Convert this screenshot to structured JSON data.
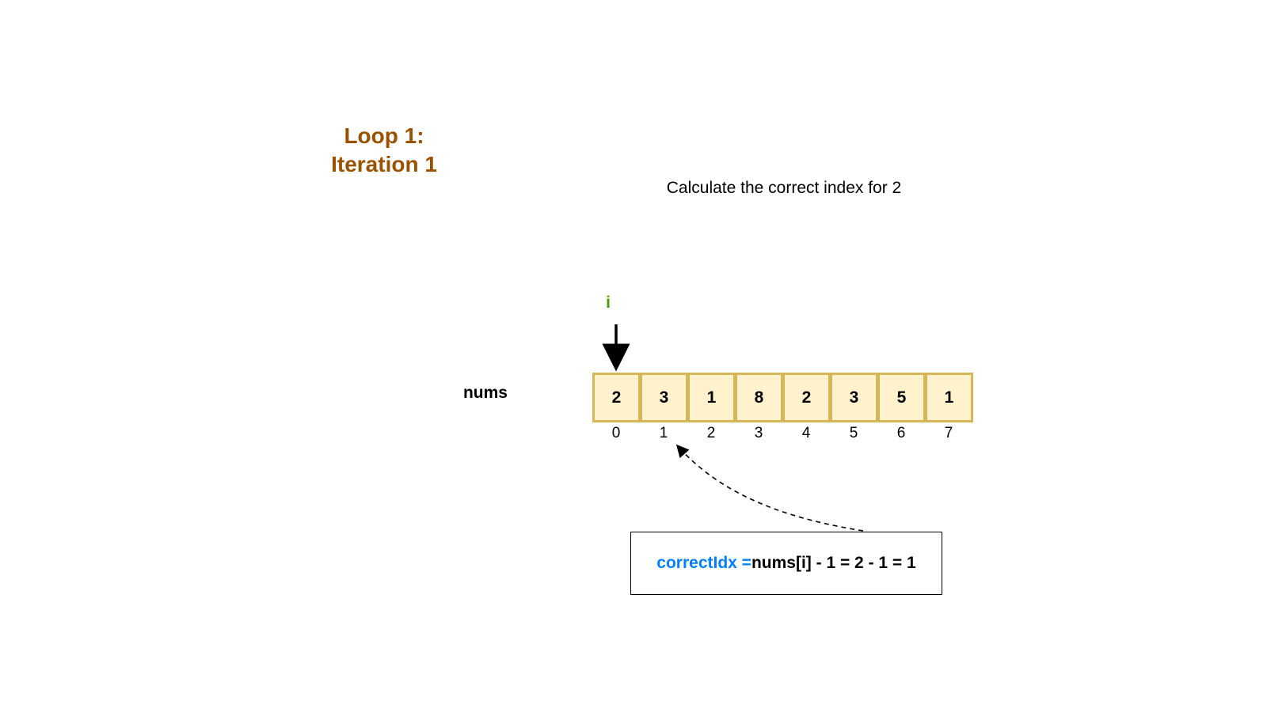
{
  "title": {
    "line1": "Loop 1:",
    "line2": "Iteration 1"
  },
  "subtitle": "Calculate the correct index for 2",
  "pointer": {
    "label": "i",
    "index": 0
  },
  "array": {
    "name": "nums",
    "values": [
      "2",
      "3",
      "1",
      "8",
      "2",
      "3",
      "5",
      "1"
    ],
    "indices": [
      "0",
      "1",
      "2",
      "3",
      "4",
      "5",
      "6",
      "7"
    ]
  },
  "formula": {
    "lhs": "correctIdx = ",
    "rhs": "nums[i] - 1 = 2 - 1 = 1",
    "target_index": 1
  },
  "colors": {
    "title": "#995200",
    "pointer_label": "#4d9900",
    "cell_fill": "#fff2cc",
    "cell_border": "#d6b656",
    "formula_lhs": "#007fff"
  }
}
